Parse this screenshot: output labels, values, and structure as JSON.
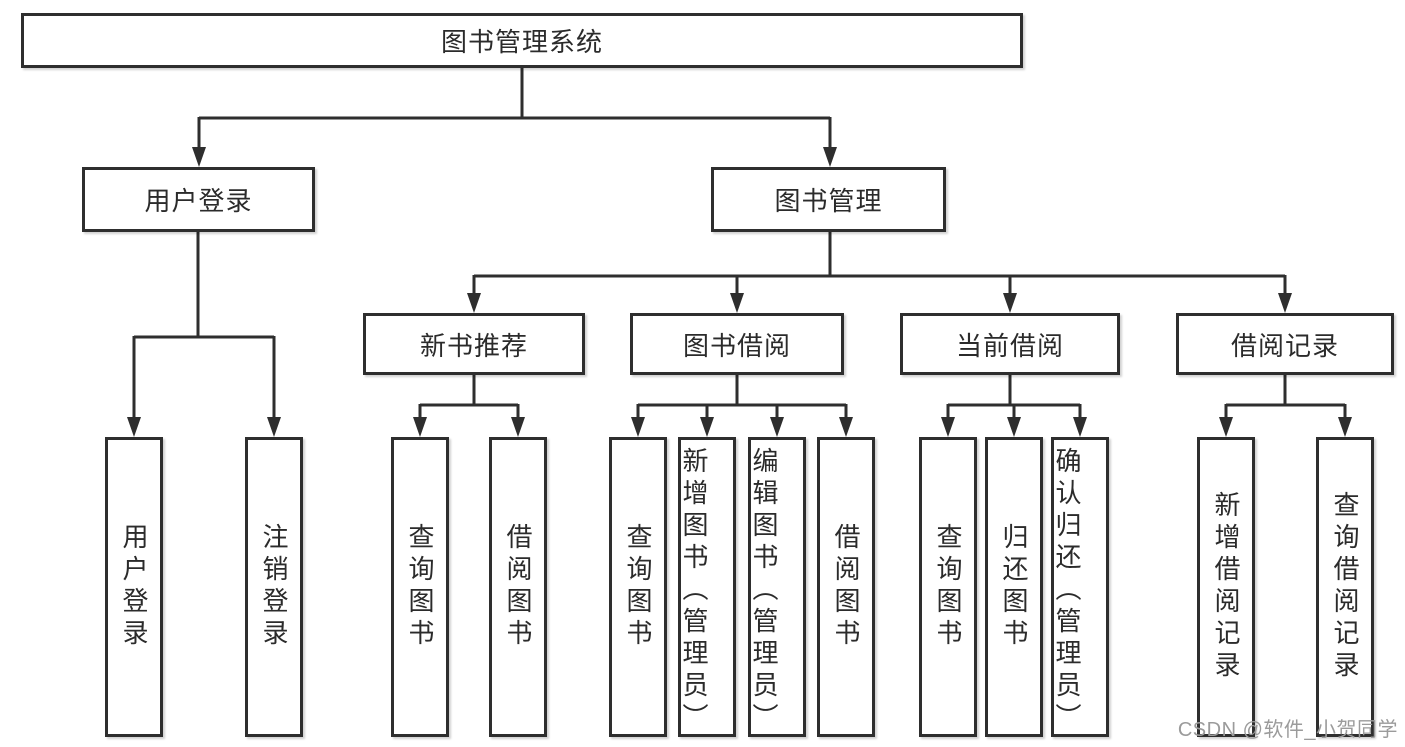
{
  "tree": {
    "root": "图书管理系统",
    "login": {
      "label": "用户登录",
      "children": [
        "用户登录",
        "注销登录"
      ]
    },
    "management": {
      "label": "图书管理",
      "categories": [
        {
          "label": "新书推荐",
          "children": [
            "查询图书",
            "借阅图书"
          ]
        },
        {
          "label": "图书借阅",
          "children": [
            "查询图书",
            "新增图书（管理员）",
            "编辑图书（管理员）",
            "借阅图书"
          ]
        },
        {
          "label": "当前借阅",
          "children": [
            "查询图书",
            "归还图书",
            "确认归还（管理员）"
          ]
        },
        {
          "label": "借阅记录",
          "children": [
            "新增借阅记录",
            "查询借阅记录"
          ]
        }
      ]
    }
  },
  "watermark": {
    "text": "CSDN @软件_小贺同学"
  },
  "colors": {
    "line": "#2e2e2e",
    "box_border": "#2e2e2e",
    "box_fill": "#ffffff",
    "text": "#2b2b2b",
    "watermark": "#9b9b9b",
    "background": "#ffffff"
  }
}
